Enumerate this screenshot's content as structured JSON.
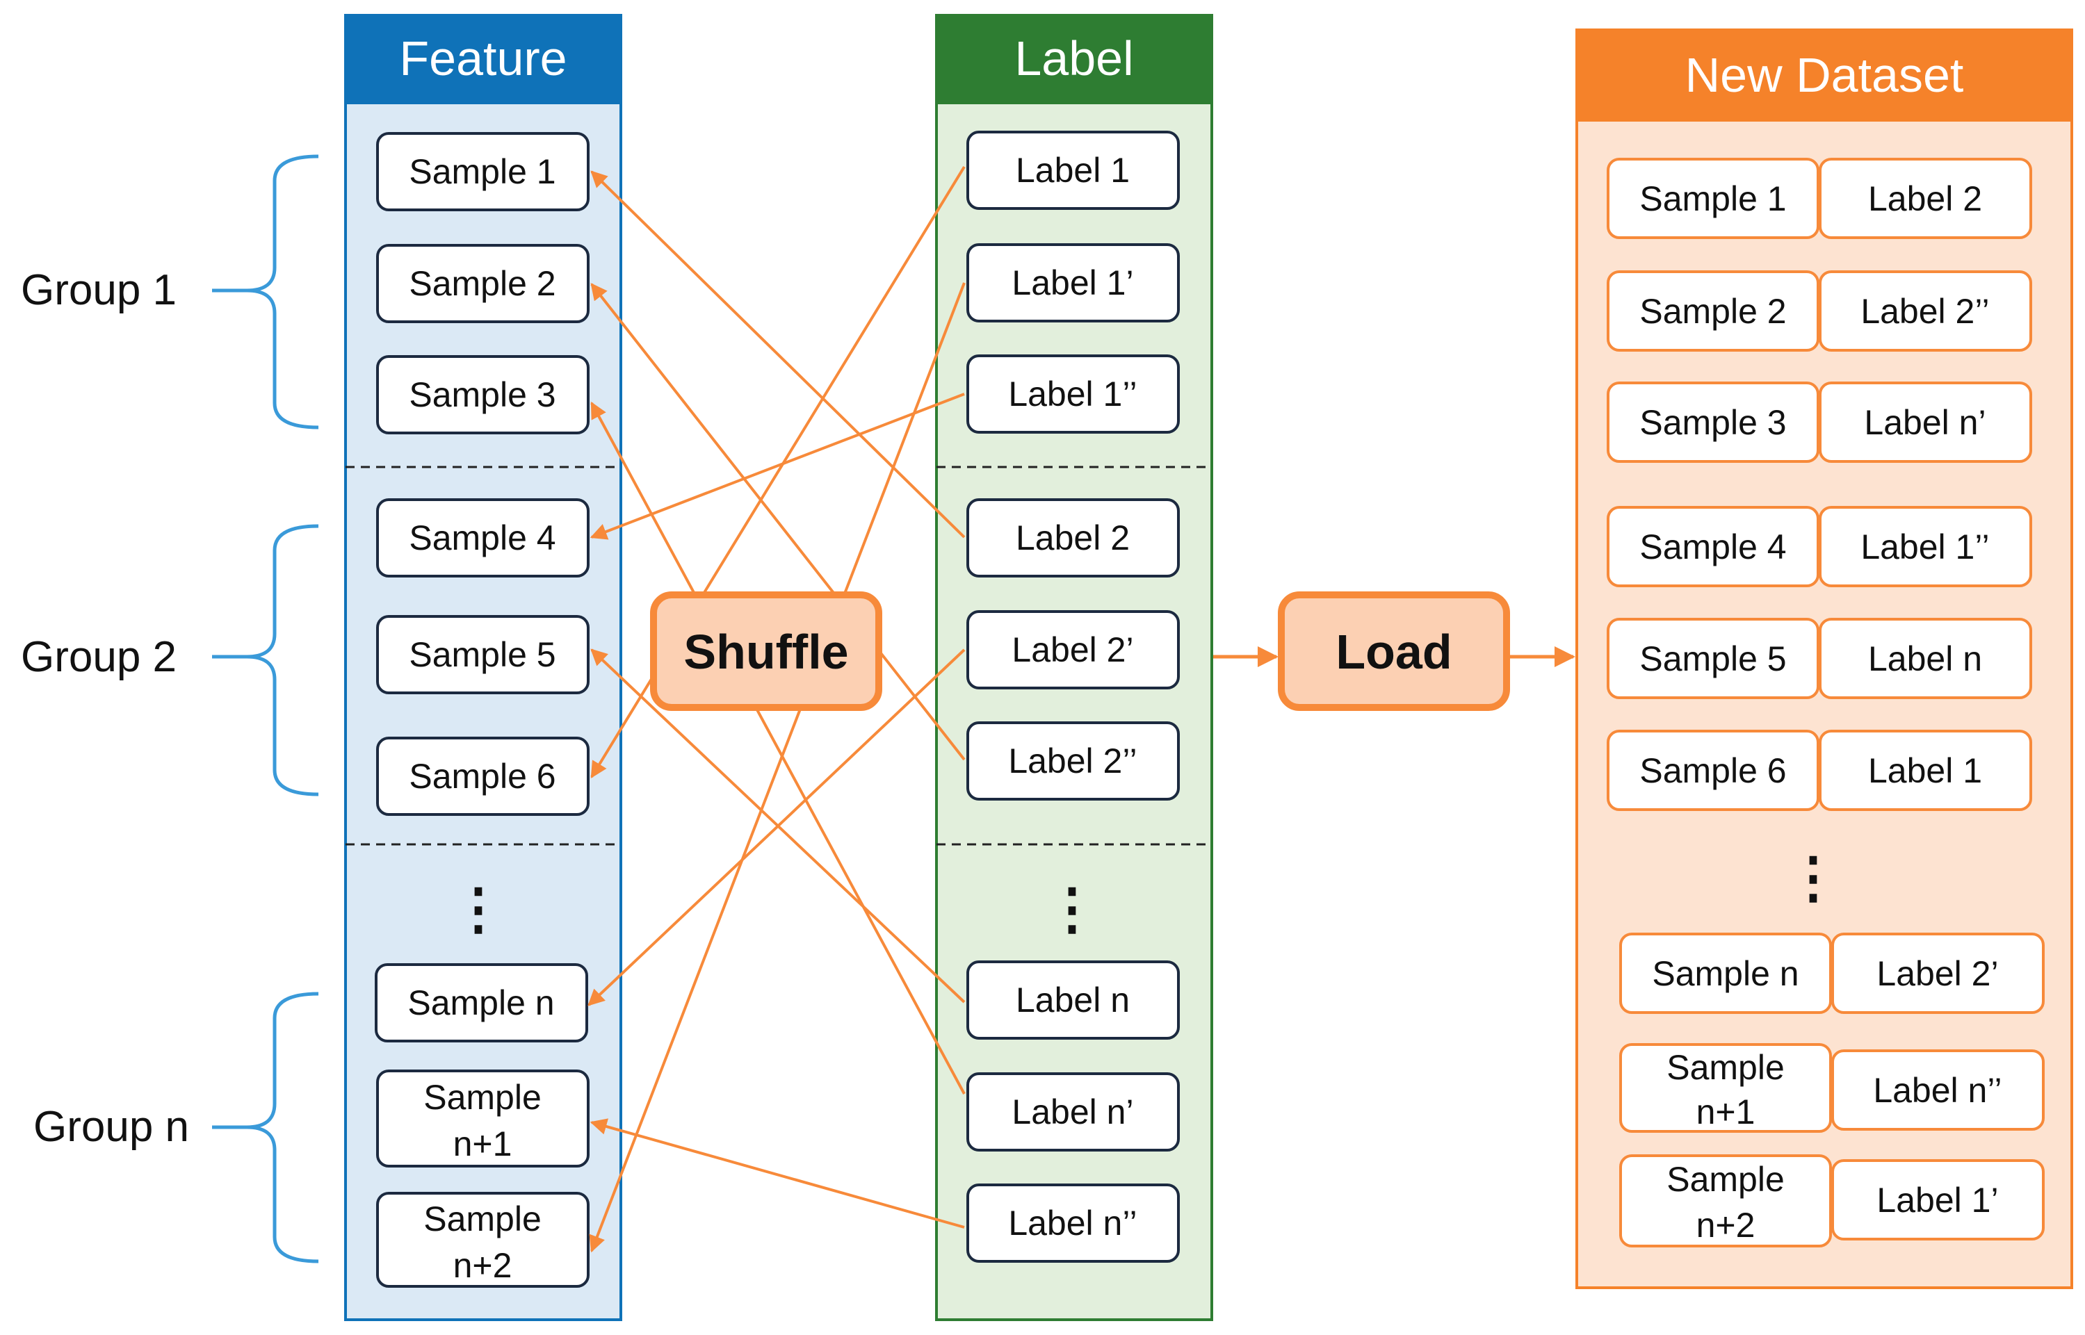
{
  "groups": {
    "group1": "Group 1",
    "group2": "Group 2",
    "groupn": "Group n"
  },
  "feature": {
    "title": "Feature",
    "samples": [
      "Sample 1",
      "Sample 2",
      "Sample 3",
      "Sample 4",
      "Sample 5",
      "Sample 6"
    ],
    "ellipsis": "⋮",
    "sample_n": "Sample n",
    "sample_n1": [
      "Sample",
      "n+1"
    ],
    "sample_n2": [
      "Sample",
      "n+2"
    ]
  },
  "label": {
    "title": "Label",
    "labels": [
      "Label 1",
      "Label 1’",
      "Label 1’’",
      "Label 2",
      "Label 2’",
      "Label 2’’"
    ],
    "ellipsis": "⋮",
    "lower": [
      "Label n",
      "Label n’",
      "Label n’’"
    ]
  },
  "shuffle": {
    "label": "Shuffle"
  },
  "load": {
    "label": "Load"
  },
  "new_dataset": {
    "title": "New Dataset",
    "rows": [
      {
        "sample": "Sample 1",
        "label": "Label 2"
      },
      {
        "sample": "Sample 2",
        "label": "Label 2’’"
      },
      {
        "sample": "Sample 3",
        "label": "Label n’"
      },
      {
        "sample": "Sample 4",
        "label": "Label 1’’"
      },
      {
        "sample": "Sample 5",
        "label": "Label n"
      },
      {
        "sample": "Sample 6",
        "label": "Label 1"
      }
    ],
    "ellipsis": "⋮",
    "row_n": {
      "sample": "Sample n",
      "label": "Label 2’"
    },
    "row_n1": {
      "sample": [
        "Sample",
        "n+1"
      ],
      "label": "Label n’’"
    },
    "row_n2": {
      "sample": [
        "Sample",
        "n+2"
      ],
      "label": "Label 1’"
    }
  },
  "colors": {
    "feature_header": "#0f72b8",
    "feature_panel": "#dbe9f5",
    "label_header": "#2e7d32",
    "label_panel": "#e2efdc",
    "accent_orange": "#f78a3a",
    "orange_fill": "#fcd0b3",
    "dataset_header": "#f5822a",
    "dataset_panel": "#fde3d1",
    "brace_blue": "#3a9ad9",
    "box_border": "#1c2a40"
  }
}
